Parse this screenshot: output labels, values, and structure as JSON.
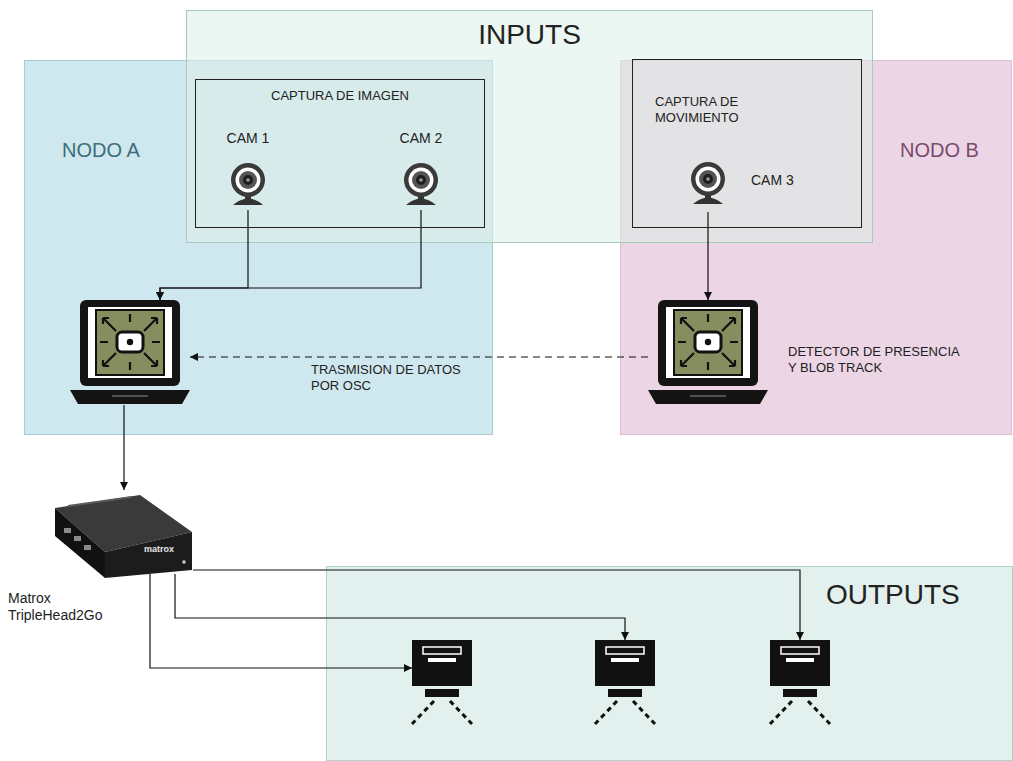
{
  "diagram": {
    "nodes": [
      {
        "text": [
          "INPUTS"
        ]
      },
      {
        "text": [
          "NODO A"
        ]
      },
      {
        "text": [
          "CAPTURA DE IMAGEN"
        ],
        "in": 0
      },
      {
        "text": [
          "CAM 1"
        ],
        "in": 2
      },
      {
        "text": [
          "CAM 2"
        ],
        "in": 2
      },
      {
        "text": [
          "CAPTURA DE MOVIMIENTO"
        ],
        "in": 0
      },
      {
        "text": [
          "CAM 3"
        ],
        "in": 5
      },
      {
        "text": [
          "NODO B"
        ]
      },
      {
        "text": [],
        "in": 1
      },
      {
        "text": [
          "DETECTOR DE PRESENCIA Y BLOB TRACK"
        ],
        "in": 7
      },
      {
        "text": [
          "Matrox TripleHead2Go"
        ]
      },
      {
        "text": [
          "OUTPUTS"
        ]
      },
      {
        "text": [],
        "in": 11
      },
      {
        "text": [],
        "in": 11
      },
      {
        "text": [],
        "in": 11
      }
    ],
    "edges": [
      {
        "from": 3,
        "to": 8,
        "arrow": "to"
      },
      {
        "from": 4,
        "to": 8,
        "arrow": "to"
      },
      {
        "from": 6,
        "to": 9,
        "arrow": "to"
      },
      {
        "from": 9,
        "to": 8,
        "label": "TRASMISION DE DATOS POR OSC",
        "arrow": "to"
      },
      {
        "from": 8,
        "to": 10,
        "arrow": "to"
      },
      {
        "from": 10,
        "to": 12,
        "arrow": "to"
      },
      {
        "from": 10,
        "to": 13,
        "arrow": "to"
      },
      {
        "from": 10,
        "to": 14,
        "arrow": "to"
      }
    ],
    "labels": [
      "matrox"
    ]
  }
}
